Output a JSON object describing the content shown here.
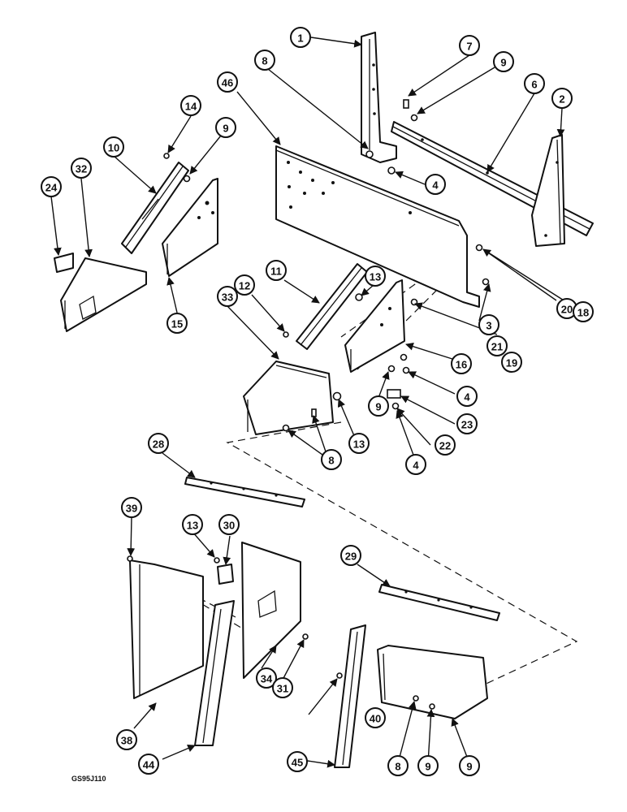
{
  "figure": {
    "code": "GS95J110",
    "callout_labels": [
      "1",
      "7",
      "9",
      "8",
      "46",
      "6",
      "2",
      "14",
      "10",
      "9",
      "32",
      "24",
      "4",
      "15",
      "11",
      "12",
      "13",
      "33",
      "21",
      "19",
      "20",
      "18",
      "3",
      "16",
      "9",
      "4",
      "23",
      "22",
      "4",
      "13",
      "8",
      "28",
      "39",
      "13",
      "30",
      "29",
      "34",
      "31",
      "38",
      "44",
      "45",
      "8",
      "9",
      "40",
      "9"
    ]
  }
}
